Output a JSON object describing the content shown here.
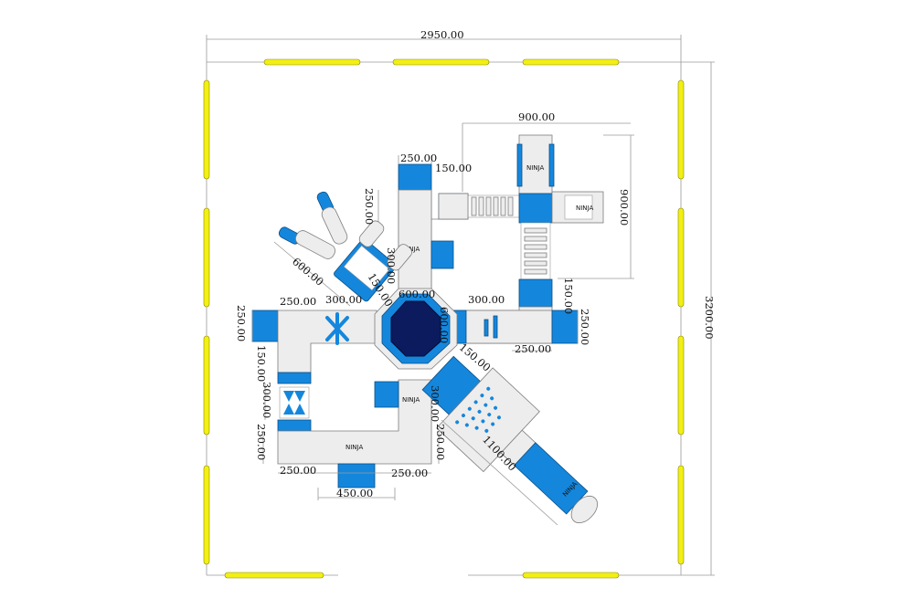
{
  "colors": {
    "buoy": "#f2ef14",
    "inflatable_blue": "#1487dd",
    "inflatable_grey": "#ededed",
    "center_dark": "#0b1b5e",
    "dimension_line": "#9a9a9a"
  },
  "dimensions": {
    "overall_width": "2950.00",
    "overall_height": "3200.00",
    "tower_width": "900.00",
    "tower_height": "900.00",
    "top_block_width": "250.00",
    "top_block_gap": "150.00",
    "top_block_left_height": "250.00",
    "top_arm_length": "300.00",
    "climb_arm_length": "600.00",
    "climb_arm_joint": "150.00",
    "center_width": "600.00",
    "center_height": "600.00",
    "right_arm_length": "300.00",
    "right_block_gap": "150.00",
    "right_block_height": "250.00",
    "right_block_width": "250.00",
    "left_block_width": "250.00",
    "left_arm_length": "300.00",
    "left_block_height": "250.00",
    "left_gap": "150.00",
    "left_side_arm": "300.00",
    "bottom_left_corner_height": "250.00",
    "bottom_left_corner_width": "250.00",
    "bottom_block_width": "450.00",
    "bottom_right_corner_width": "250.00",
    "bottom_arm_length": "300.00",
    "bottom_right_height": "250.00",
    "slide_joint": "150.00",
    "slide_length": "1100.00"
  },
  "labels": {
    "ninja_top": "NINJA",
    "ninja_bottom": "NINJA",
    "ninja_tower_top": "NINJA",
    "ninja_tower_right": "NINJA",
    "ninja_bottom_bar": "NINJA",
    "ninja_slide_tip": "NINJA"
  },
  "icons": {
    "center_platform": "octagon-trampoline-icon",
    "star_obstacle": "x-star-icon",
    "climbing_ladder": "ladder-steps-icon",
    "dot_pattern": "triangle-dots-icon"
  }
}
